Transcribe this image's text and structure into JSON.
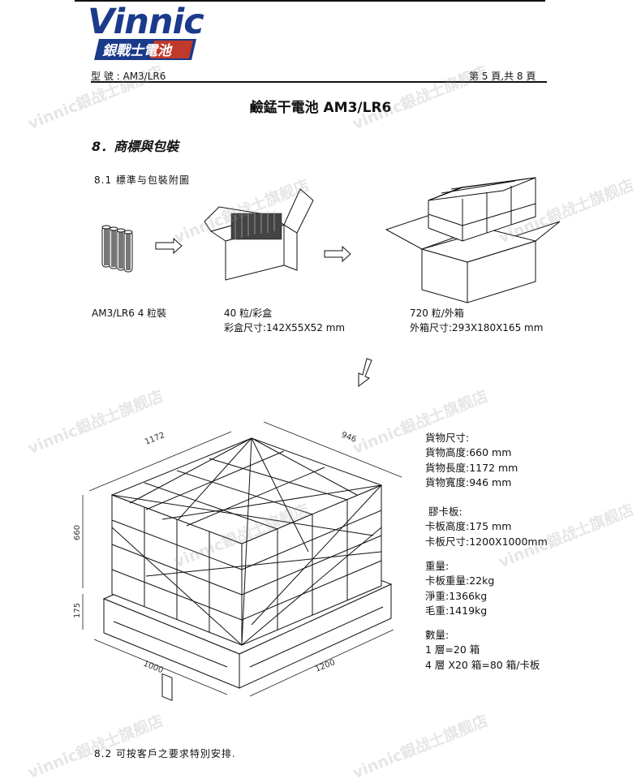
{
  "header": {
    "logo_text": "Vinnic",
    "logo_badge_text": "銀戰士電池",
    "model_label": "型 號 : AM3/LR6",
    "page_info": "第 5 頁,共 8 頁"
  },
  "document": {
    "title": "鹼錳干電池  AM3/LR6",
    "section_title": "8．商標與包裝",
    "subsection_title": "8.1 標準与包裝附圖",
    "footer_note": "8.2 可按客戶之要求特別安排."
  },
  "packaging_steps": [
    {
      "caption_line1": "AM3/LR6 4 粒裝",
      "caption_line2": ""
    },
    {
      "caption_line1": "40 粒/彩盒",
      "caption_line2": "彩盒尺寸:142X55X52 mm"
    },
    {
      "caption_line1": "720 粒/外箱",
      "caption_line2": "外箱尺寸:293X180X165 mm"
    }
  ],
  "pallet_dimensions": {
    "length": "1172",
    "width": "946",
    "height": "660",
    "pallet_height": "175",
    "base_width": "1000",
    "base_length": "1200"
  },
  "specs": {
    "cargo": {
      "heading": "貨物尺寸:",
      "lines": [
        "貨物高度:660 mm",
        "貨物長度:1172 mm",
        "貨物寬度:946 mm"
      ]
    },
    "pallet": {
      "heading": "膠卡板:",
      "lines": [
        "卡板高度:175 mm",
        "卡板尺寸:1200X1000mm"
      ]
    },
    "weight": {
      "heading": "重量:",
      "lines": [
        "卡板重量:22kg",
        "淨重:1366kg",
        "毛重:1419kg"
      ]
    },
    "quantity": {
      "heading": "數量:",
      "lines": [
        "1 層=20  箱",
        "4 層 X20 箱=80 箱/卡板"
      ]
    }
  },
  "watermark_text": "vinnic銀战士旗舰店"
}
